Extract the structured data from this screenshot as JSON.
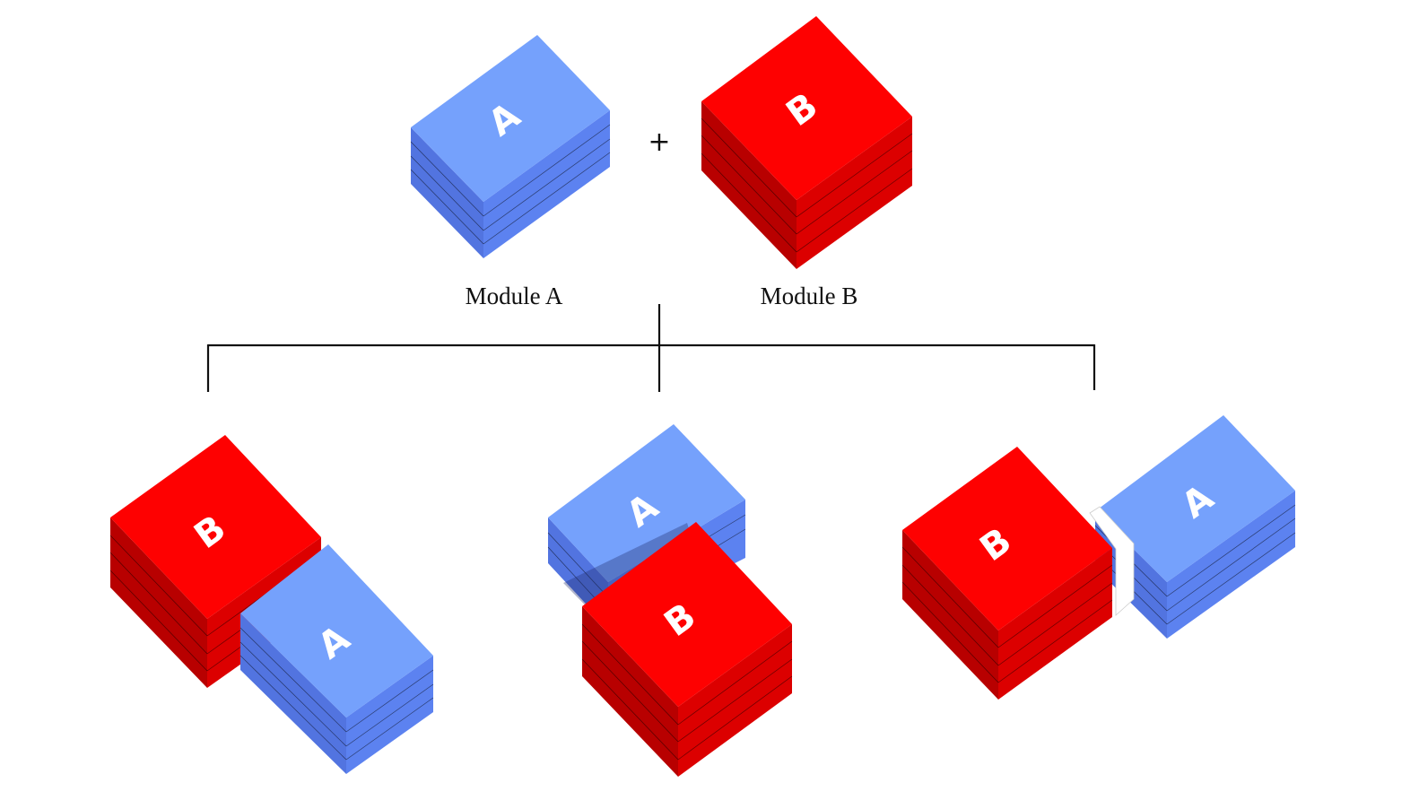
{
  "modules": {
    "a": {
      "letter": "A",
      "caption": "Module A"
    },
    "b": {
      "letter": "B",
      "caption": "Module B"
    },
    "plus_sign": "+"
  },
  "colors": {
    "module_a": {
      "top": "#75a1fc",
      "left": "#5274e0",
      "right": "#5c82f0"
    },
    "module_b": {
      "top": "#fe0101",
      "left": "#b80000",
      "right": "#dc0000"
    },
    "connector": "#111111"
  },
  "combinations": [
    {
      "name": "B beside A (offset)"
    },
    {
      "name": "B stacked onto A"
    },
    {
      "name": "B and A separated by a gap"
    }
  ]
}
